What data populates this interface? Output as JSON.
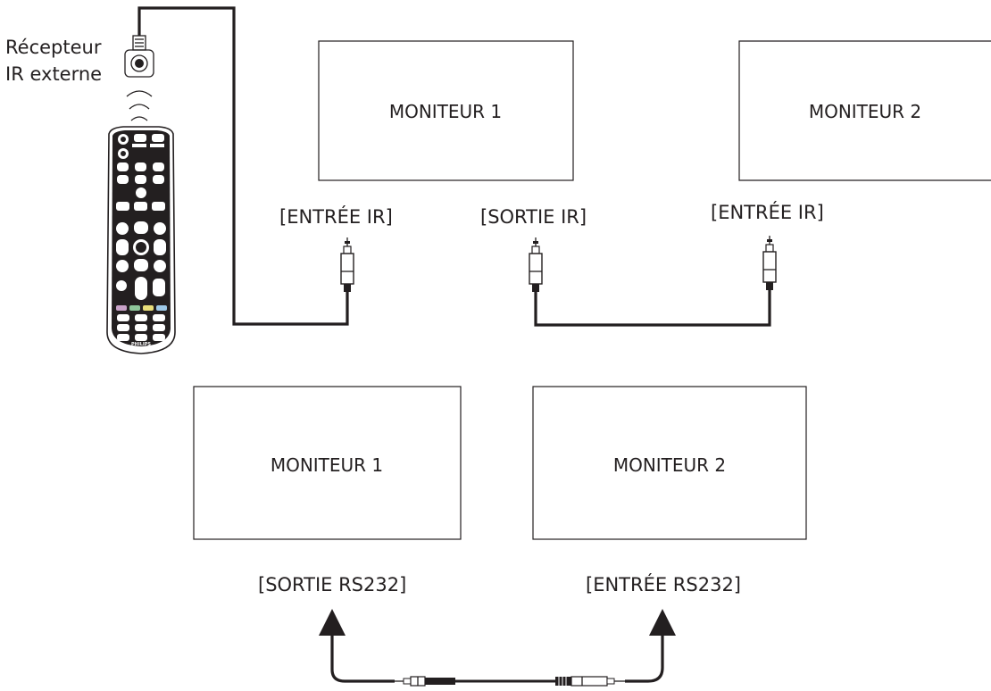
{
  "receiver": {
    "line1": "Récepteur",
    "line2": "IR externe"
  },
  "remote": {
    "brand": "PHILIPS"
  },
  "top_row": {
    "monitor1": "MONITEUR 1",
    "monitor2": "MONITEUR 2",
    "port_in_1": "[ENTRÉE IR]",
    "port_out": "[SORTIE IR]",
    "port_in_2": "[ENTRÉE IR]"
  },
  "bottom_row": {
    "monitor1": "MONITEUR 1",
    "monitor2": "MONITEUR 2",
    "port_out": "[SORTIE RS232]",
    "port_in": "[ENTRÉE RS232]"
  },
  "colors": {
    "line": "#231f20",
    "background": "#ffffff"
  }
}
